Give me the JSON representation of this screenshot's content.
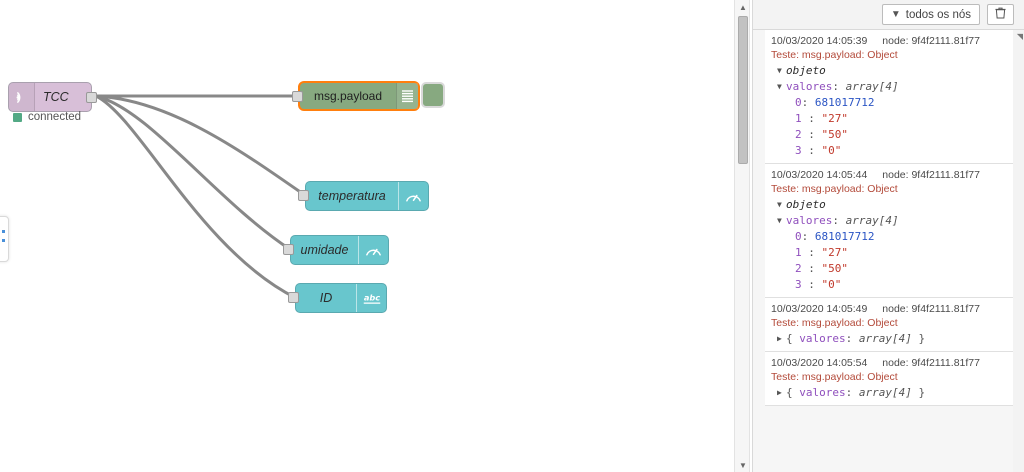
{
  "flow": {
    "nodes": [
      {
        "id": "tcc",
        "label": "TCC",
        "icon": "wifi-signal-icon",
        "status": "connected",
        "type": "mqtt-in"
      },
      {
        "id": "debug",
        "label": "msg.payload",
        "icon": "debug-lines-icon",
        "type": "debug",
        "selected": true
      },
      {
        "id": "temperatura",
        "label": "temperatura",
        "icon": "gauge-icon",
        "type": "ui-gauge"
      },
      {
        "id": "umidade",
        "label": "umidade",
        "icon": "gauge-icon",
        "type": "ui-gauge"
      },
      {
        "id": "id",
        "label": "ID",
        "icon": "abc-text-icon",
        "type": "ui-text"
      }
    ],
    "colors": {
      "mqtt_node": "#d8bfd8",
      "debug_node": "#87a980",
      "ui_node": "#68c6cd",
      "selected_outline": "#ff7f0e",
      "status_dot": "#53a985",
      "wire": "#888888"
    }
  },
  "sidebar": {
    "toolbar": {
      "filter_label": "todos os nós",
      "filter_glyph": "▼",
      "trash_glyph": "🗑",
      "trash_name": "clear-debug-button"
    },
    "messages": [
      {
        "timestamp": "10/03/2020 14:05:39",
        "node": "node: 9f4f2111.81f77",
        "topic": "Teste: msg.payload: Object",
        "expanded": true,
        "root_key": "objeto",
        "prop_key": "valores",
        "prop_type": "array[4]",
        "items": [
          {
            "index": "0",
            "sep": ":",
            "value": "681017712",
            "kind": "number"
          },
          {
            "index": "1",
            "sep": ":",
            "value": "\"27\"",
            "kind": "string"
          },
          {
            "index": "2",
            "sep": ":",
            "value": "\"50\"",
            "kind": "string"
          },
          {
            "index": "3",
            "sep": ":",
            "value": "\"0\"",
            "kind": "string"
          }
        ]
      },
      {
        "timestamp": "10/03/2020 14:05:44",
        "node": "node: 9f4f2111.81f77",
        "topic": "Teste: msg.payload: Object",
        "expanded": true,
        "root_key": "objeto",
        "prop_key": "valores",
        "prop_type": "array[4]",
        "items": [
          {
            "index": "0",
            "sep": ":",
            "value": "681017712",
            "kind": "number"
          },
          {
            "index": "1",
            "sep": ":",
            "value": "\"27\"",
            "kind": "string"
          },
          {
            "index": "2",
            "sep": ":",
            "value": "\"50\"",
            "kind": "string"
          },
          {
            "index": "3",
            "sep": ":",
            "value": "\"0\"",
            "kind": "string"
          }
        ]
      },
      {
        "timestamp": "10/03/2020 14:05:49",
        "node": "node: 9f4f2111.81f77",
        "topic": "Teste: msg.payload: Object",
        "expanded": false,
        "collapsed_prop": "valores",
        "collapsed_type": "array[4]"
      },
      {
        "timestamp": "10/03/2020 14:05:54",
        "node": "node: 9f4f2111.81f77",
        "topic": "Teste: msg.payload: Object",
        "expanded": false,
        "collapsed_prop": "valores",
        "collapsed_type": "array[4]"
      }
    ]
  },
  "scrollbars": {
    "canvas_up_glyph": "▲",
    "canvas_down_glyph": "▼",
    "sidebar_up_glyph": "◥"
  }
}
